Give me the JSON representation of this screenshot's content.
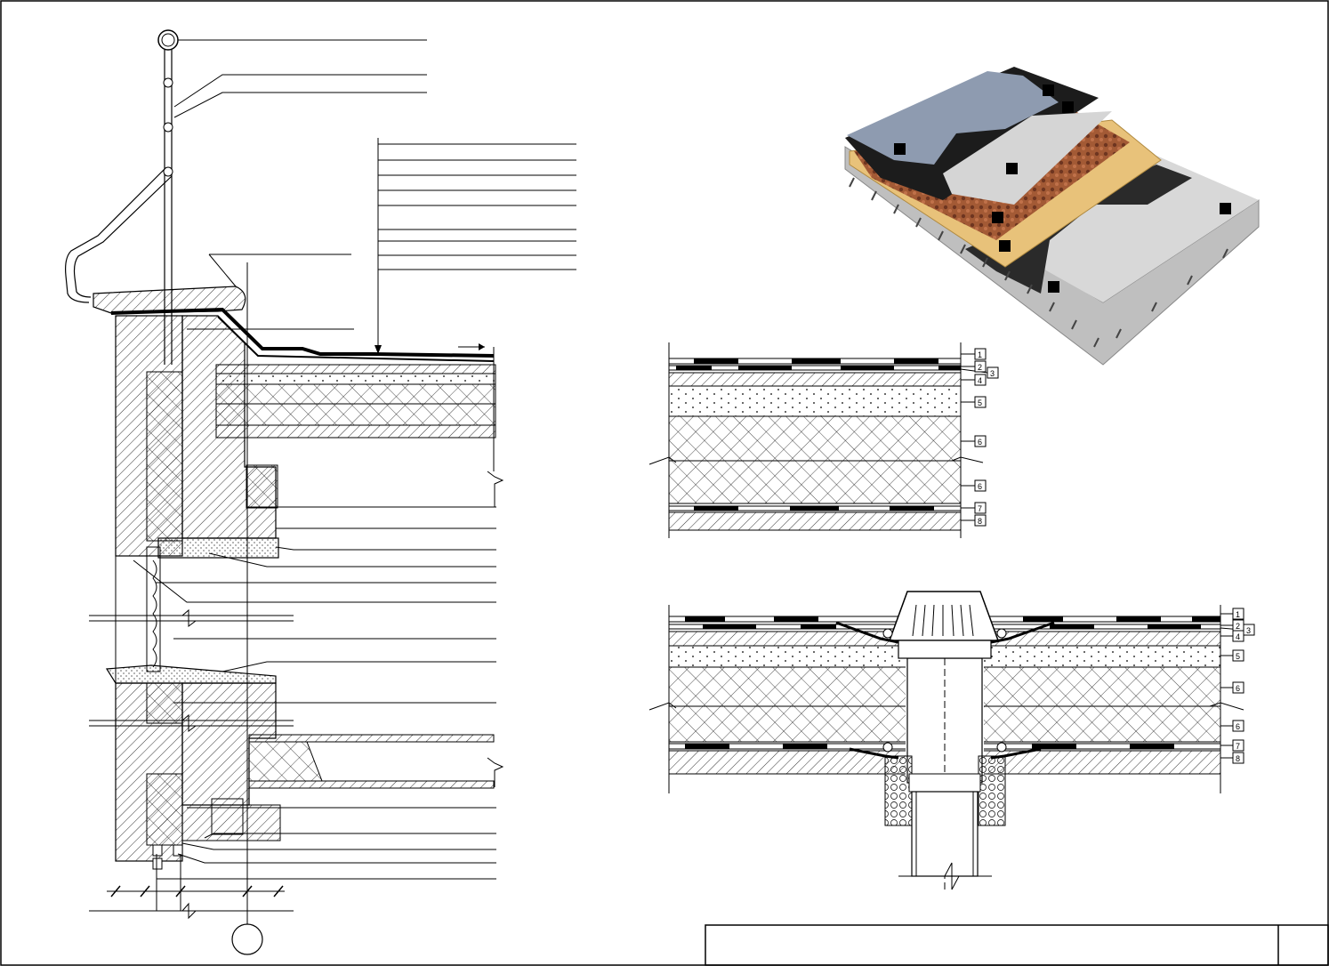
{
  "sheet": {
    "title_block_text": "",
    "title_block_number": ""
  },
  "layer_section_a": {
    "tags": [
      "1",
      "2",
      "3",
      "4",
      "5",
      "6",
      "6",
      "7",
      "8"
    ]
  },
  "layer_section_b": {
    "tags": [
      "1",
      "2",
      "3",
      "4",
      "5",
      "6",
      "6",
      "7",
      "8"
    ]
  },
  "isometric_view": {
    "markers": 8
  },
  "colors": {
    "line": "#000000",
    "concrete": "#d6d6d6",
    "gravel": "#8a4b2f",
    "board": "#e8c27a",
    "membrane": "#1a1a1a",
    "slab_top": "#9aa7b8"
  }
}
